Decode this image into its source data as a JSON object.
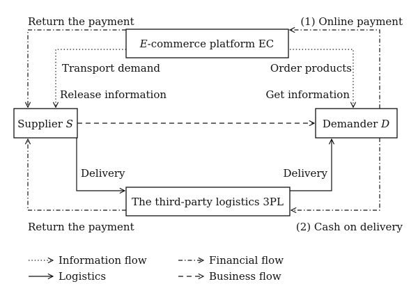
{
  "nodes": {
    "ec": {
      "prefix": "E",
      "rest": "-commerce platform EC"
    },
    "supplier": {
      "prefix": "Supplier ",
      "var": "S"
    },
    "demander": {
      "prefix": "Demander ",
      "var": "D"
    },
    "tpl": {
      "label": "The third-party logistics 3PL"
    }
  },
  "edge_labels": {
    "return_payment_top": "Return the payment",
    "online_payment": "(1) Online payment",
    "transport_demand": "Transport demand",
    "order_products": "Order products",
    "release_information": "Release information",
    "get_information": "Get information",
    "delivery_left": "Delivery",
    "delivery_right": "Delivery",
    "return_payment_bottom": "Return the payment",
    "cash_on_delivery": "(2) Cash on delivery"
  },
  "legend": {
    "information_flow": "Information flow",
    "logistics": "Logistics",
    "financial_flow": "Financial flow",
    "business_flow": "Business flow"
  }
}
